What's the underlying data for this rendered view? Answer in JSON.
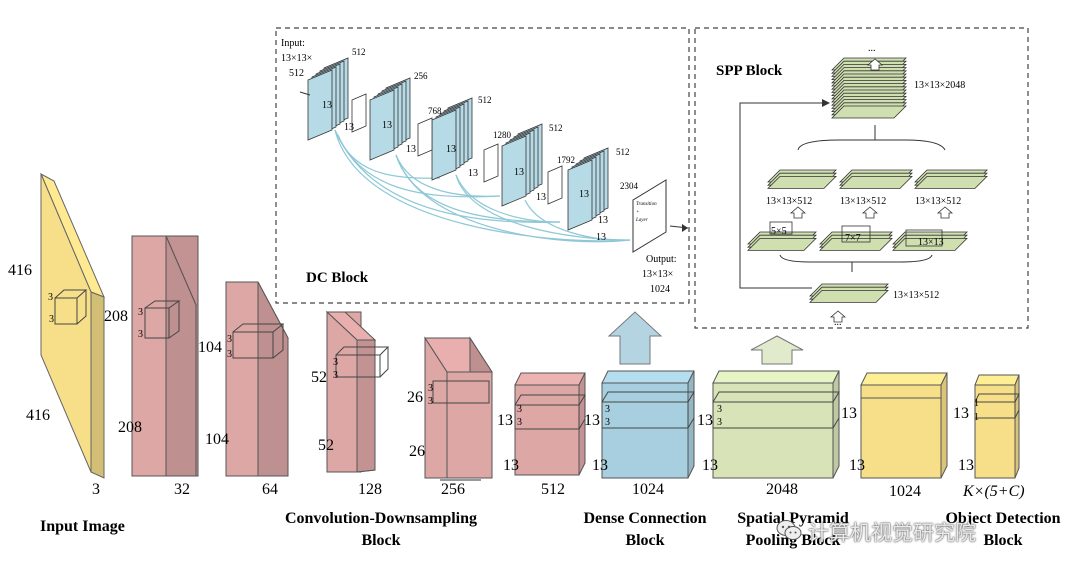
{
  "input_image": {
    "dims": [
      "416",
      "416",
      "3"
    ],
    "kernel": "3",
    "caption": "Input Image"
  },
  "conv_blocks": [
    {
      "h": "208",
      "w": "208",
      "c": "32",
      "k": "3"
    },
    {
      "h": "104",
      "w": "104",
      "c": "64",
      "k": "3"
    },
    {
      "h": "52",
      "w": "52",
      "c": "128",
      "k": "3"
    },
    {
      "h": "26",
      "w": "26",
      "c": "256",
      "k": "3"
    },
    {
      "h": "13",
      "w": "13",
      "c": "512",
      "k": "3"
    }
  ],
  "conv_caption": [
    "Convolution-Downsampling",
    "Block"
  ],
  "dense": {
    "h": "13",
    "w": "13",
    "c": "1024",
    "k": "3",
    "caption": [
      "Dense Connection",
      "Block"
    ]
  },
  "spp": {
    "h": "13",
    "w": "13",
    "c": "2048",
    "k": "3",
    "caption": [
      "Spatial Pyramid",
      "Pooling Block"
    ]
  },
  "det1": {
    "h": "13",
    "w": "13",
    "c": "1024"
  },
  "det2": {
    "h": "13",
    "w": "13",
    "c": "K×(5+C)",
    "k": "1",
    "caption": [
      "Object Detection",
      "Block"
    ]
  },
  "dc_block": {
    "title": "DC Block",
    "input": [
      "Input:",
      "13×13×",
      "512"
    ],
    "output": [
      "Output:",
      "13×13×",
      "1024"
    ],
    "channels": [
      "512",
      "256",
      "768",
      "512",
      "1280",
      "512",
      "1792",
      "512",
      "2304"
    ],
    "size": "13",
    "transition": [
      "Transition",
      "+",
      "Layer"
    ]
  },
  "spp_block": {
    "title": "SPP Block",
    "top": "13×13×2048",
    "mid": [
      "13×13×512",
      "13×13×512",
      "13×13×512"
    ],
    "pool": [
      "5×5",
      "7×7",
      "13×13"
    ],
    "bottom": "13×13×512",
    "dots": "..."
  },
  "watermark": "计算机视觉研究院",
  "colors": {
    "input": "#f7df8a",
    "conv": "#dda7a6",
    "dense": "#a8cfe0",
    "spp": "#d8e4b8",
    "detect": "#f7df8a",
    "dc_layer": "#b7dbe6",
    "spp_layer": "#cfdfb0",
    "curve": "#8ec8d6"
  }
}
